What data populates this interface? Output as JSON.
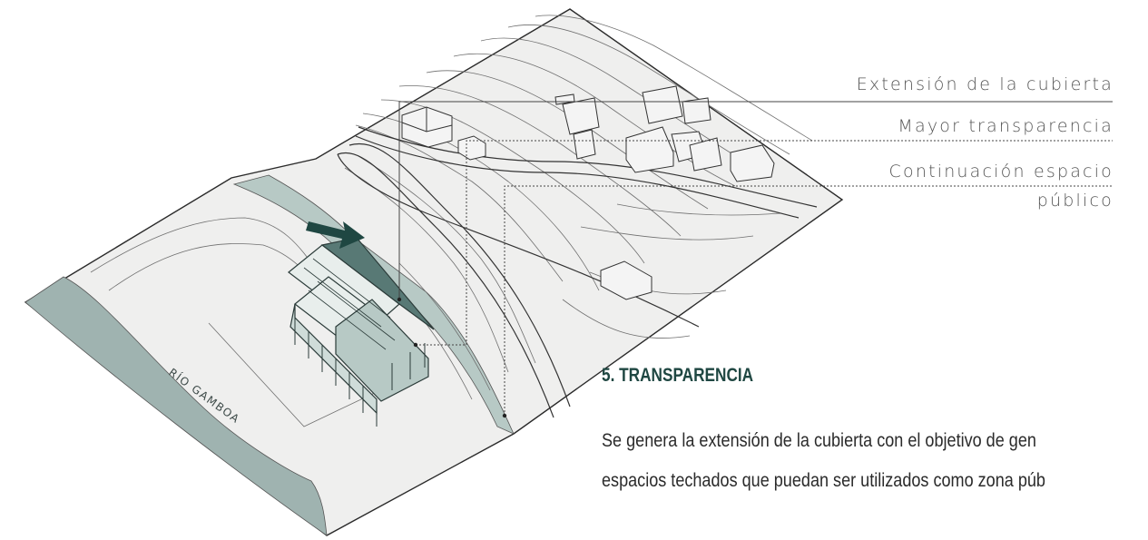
{
  "labels": {
    "roof_extension": "Extensión de la cubierta",
    "transparency": "Mayor transparencia",
    "public_space_line1": "Continuación espacio",
    "public_space_line2": "público"
  },
  "map": {
    "river_label": "RÍO GAMBOA"
  },
  "section": {
    "title": "5. TRANSPARENCIA",
    "body_line1": "Se genera la extensión de la cubierta con el objetivo de gen",
    "body_line2": "espacios techados que puedan ser utilizados como zona púb"
  },
  "colors": {
    "river": "#9fb3b0",
    "building_light": "#e8eeec",
    "building_mid": "#b7c9c5",
    "building_dark": "#587975",
    "accent": "#1f4742",
    "terrain_line": "#6f6f6f"
  }
}
